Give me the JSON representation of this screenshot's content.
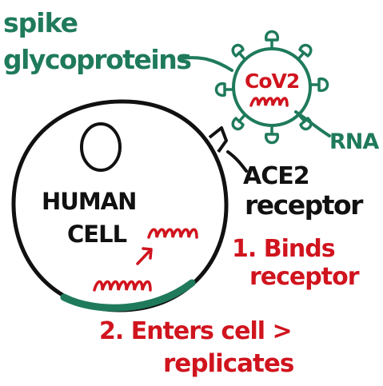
{
  "labels": {
    "spike_line1": "spike",
    "spike_line2": "glycoproteins",
    "virus_name": "CoV2",
    "rna": "RNA",
    "ace2_line1": "ACE2",
    "ace2_line2": "receptor",
    "cell_line1": "HUMAN",
    "cell_line2": "CELL",
    "step1_line1": "1. Binds",
    "step1_line2": "receptor",
    "step2_line1": "2. Enters cell >",
    "step2_line2": "replicates"
  },
  "colors": {
    "green": "#1f7a5c",
    "red": "#d0141e",
    "black": "#111111"
  }
}
